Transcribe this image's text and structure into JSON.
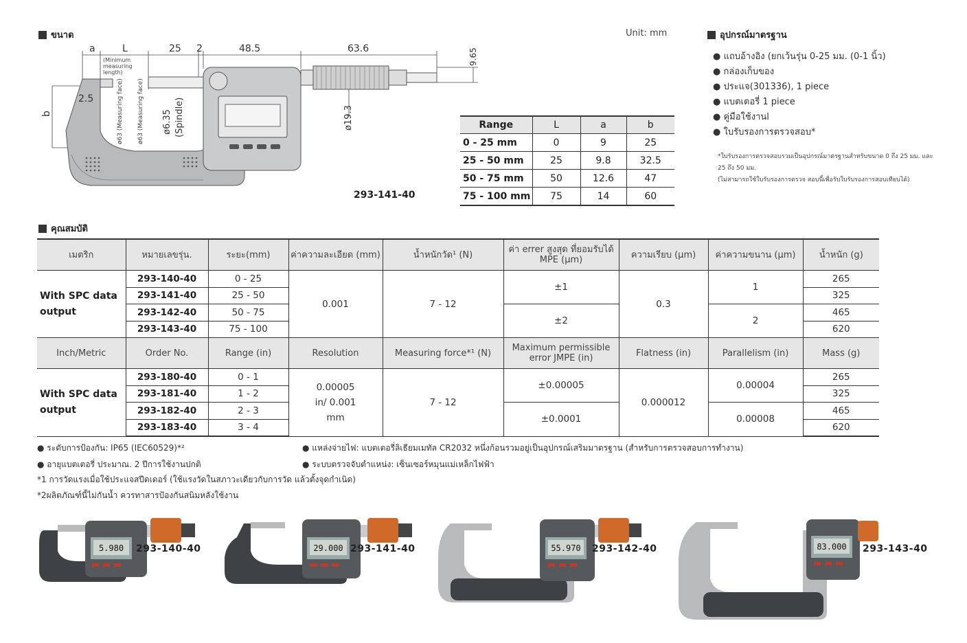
{
  "dimensions": {
    "title": "ขนาด",
    "unit": "Unit: mm",
    "model_label": "293-141-40",
    "drawing_labels": {
      "a": "a",
      "L": "L",
      "d25": "25",
      "d2": "2",
      "d48_5": "48.5",
      "d63_6": "63.6",
      "min_face": "(Minimum measuring length)",
      "d9_65": "9.65",
      "d2_5": "2.5",
      "b": "b",
      "phi63a": "ø63 (Measuring face)",
      "phi63b": "ø63 (Measuring face)",
      "phi6_35": "ø6.35",
      "spindle": "(Spindle)",
      "phi19_3": "ø19.3"
    },
    "range_table": {
      "headers": [
        "Range",
        "L",
        "a",
        "b"
      ],
      "rows": [
        [
          "0 - 25 mm",
          "0",
          "9",
          "25"
        ],
        [
          "25 - 50 mm",
          "25",
          "9.8",
          "32.5"
        ],
        [
          "50 - 75 mm",
          "50",
          "12.6",
          "47"
        ],
        [
          "75 - 100 mm",
          "75",
          "14",
          "60"
        ]
      ]
    }
  },
  "accessories": {
    "title": "อุปกรณ์มาตรฐาน",
    "items": [
      "แถบอ้างอิง (ยกเว้นรุ่น 0-25 มม. (0-1 นิ้ว)",
      "กล่องเก็บของ",
      "ประแจ(301336), 1 piece",
      "แบตเตอรี่ 1 piece",
      "คู่มือใช้งานl",
      "ใบรับรองการตรวจสอบ*"
    ],
    "note_lines": [
      "*ใบรับรองการตรวจสอบรวมเป็นอุปกรณ์มาตรฐานสำหรับขนาด 0 ถึง 25 มม. และ",
      "25 ถึง 50 มม.",
      "(ไม่สามารถใช้ใบรับรองการตรวจ สอบนี้เพื่อรับใบรับรองการสอบเทียบได้)"
    ]
  },
  "specs": {
    "title": "คุณสมบัติ",
    "metric_headers": [
      "เมตริก",
      "หมายเลขรุ่น.",
      "ระยะ(mm)",
      "ค่าความละเอียด (mm)",
      "น้ำหนักวัด¹ (N)",
      "ค่า errer สูงสุด ที่ยอมรับได้ MPE (µm)",
      "ความเรียบ (µm)",
      "ค่าความขนาน (µm)",
      "น้ำหนัก (g)"
    ],
    "metric_group": "With SPC data output",
    "metric_rows": [
      {
        "order": "293-140-40",
        "range": "0 - 25",
        "mass": "265"
      },
      {
        "order": "293-141-40",
        "range": "25 - 50",
        "mass": "325"
      },
      {
        "order": "293-142-40",
        "range": "50 - 75",
        "mass": "465"
      },
      {
        "order": "293-143-40",
        "range": "75 - 100",
        "mass": "620"
      }
    ],
    "metric_resolution": "0.001",
    "metric_force": "7 - 12",
    "metric_mpe": [
      "±1",
      "±2"
    ],
    "metric_flatness": "0.3",
    "metric_parallelism": [
      "1",
      "2"
    ],
    "inch_headers": [
      "Inch/Metric",
      "Order No.",
      "Range (in)",
      "Resolution",
      "Measuring force*¹ (N)",
      "Maximum permissible error JMPE (in)",
      "Flatness (in)",
      "Parallelism (in)",
      "Mass (g)"
    ],
    "inch_group": "With SPC data output",
    "inch_rows": [
      {
        "order": "293-180-40",
        "range": "0 - 1",
        "mass": "265"
      },
      {
        "order": "293-181-40",
        "range": "1 - 2",
        "mass": "325"
      },
      {
        "order": "293-182-40",
        "range": "2 - 3",
        "mass": "465"
      },
      {
        "order": "293-183-40",
        "range": "3 - 4",
        "mass": "620"
      }
    ],
    "inch_resolution": "0.00005 in/ 0.001 mm",
    "inch_force": "7 - 12",
    "inch_mpe": [
      "±0.00005",
      "±0.0001"
    ],
    "inch_flatness": "0.000012",
    "inch_parallelism": [
      "0.00004",
      "0.00008"
    ]
  },
  "notes": {
    "protection": "ระดับการป้องกัน: IP65 (IEC60529)*²",
    "power": "แหล่งจ่ายไฟ: แบตเตอรี่ลิเธียมเมทัล CR2032 หนึ่งก้อนรวมอยู่เป็นอุปกรณ์เสริมมาตรฐาน (สำหรับการตรวจสอบการทำงาน)",
    "battery_life": "อายุแบตเตอรี่ ประมาณ. 2 ปีการใช้งานปกติ",
    "detection": "ระบบตรวจจับตำแหน่ง: เซ็นเซอร์หมุนแม่เหล็กไฟฟ้า",
    "footnote1": "*1 การวัดแรงเมื่อใช้ประแจสปีดเดอร์ (ใช้แรงวัดในสภาวะเดียวกับการวัด แล้วตั้งจุดกำเนิด)",
    "footnote2": "*2ผลิตภัณฑ์นี้ไม่กันน้ำ ควรทาสารป้องกันสนิมหลังใช้งาน"
  },
  "products": [
    {
      "label": "293-140-40",
      "display": "5.980"
    },
    {
      "label": "293-141-40",
      "display": "29.000"
    },
    {
      "label": "293-142-40",
      "display": "55.970"
    },
    {
      "label": "293-143-40",
      "display": "83.000"
    }
  ],
  "colors": {
    "frame_gray": "#a9acae",
    "dark_frame": "#3e4245",
    "sleeve_orange": "#d06a2a",
    "header_bg": "#e6e6e6"
  }
}
